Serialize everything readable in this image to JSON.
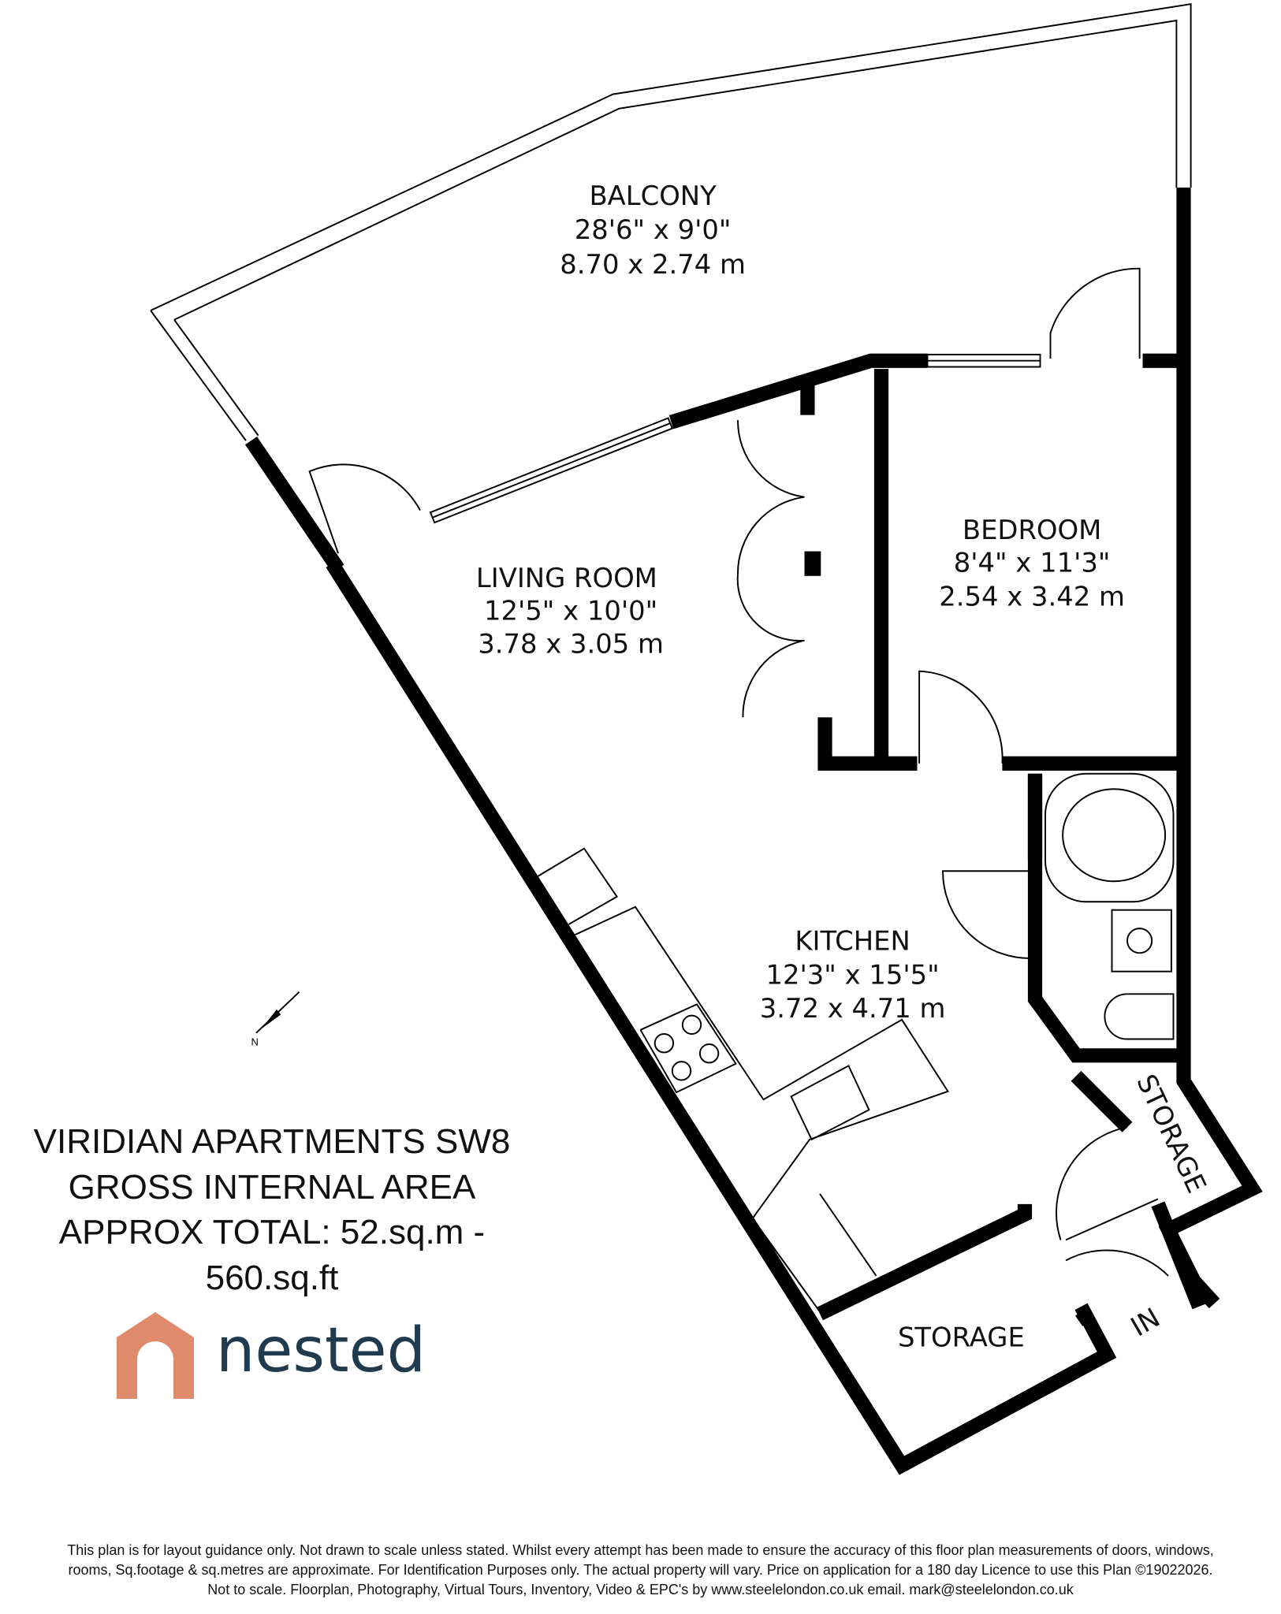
{
  "rooms": [
    {
      "name": "BALCONY",
      "imperial": "28'6\" x 9'0\"",
      "metric": "8.70 x 2.74 m"
    },
    {
      "name": "LIVING ROOM",
      "imperial": "12'5\" x 10'0\"",
      "metric": "3.78 x 3.05 m"
    },
    {
      "name": "BEDROOM",
      "imperial": "8'4\" x 11'3\"",
      "metric": "2.54 x 3.42 m"
    },
    {
      "name": "KITCHEN",
      "imperial": "12'3\" x 15'5\"",
      "metric": "3.72 x 4.71 m"
    }
  ],
  "storage_labels": [
    "STORAGE",
    "STORAGE"
  ],
  "entrance_label": "IN",
  "compass_label": "N",
  "summary": {
    "line1": "VIRIDIAN APARTMENTS SW8",
    "line2": "GROSS INTERNAL AREA",
    "line3": "APPROX TOTAL: 52.sq.m - 560.sq.ft"
  },
  "logo": {
    "text": "nested",
    "brand_color": "#e08a6c",
    "text_color": "#1f3b4d"
  },
  "footer": {
    "line1": "This plan is for layout guidance only. Not drawn to scale unless stated. Whilst every attempt has been made to ensure the accuracy of this floor plan measurements of doors, windows,",
    "line2": "rooms, Sq.footage & sq.metres are approximate. For Identification Purposes only. The actual property will vary. Price on application for a 180 day Licence to use this Plan ©19022026.",
    "line3": "Not to scale. Floorplan, Photography, Virtual Tours, Inventory, Video & EPC's by www.steelelondon.co.uk  email. mark@steelelondon.co.uk"
  }
}
